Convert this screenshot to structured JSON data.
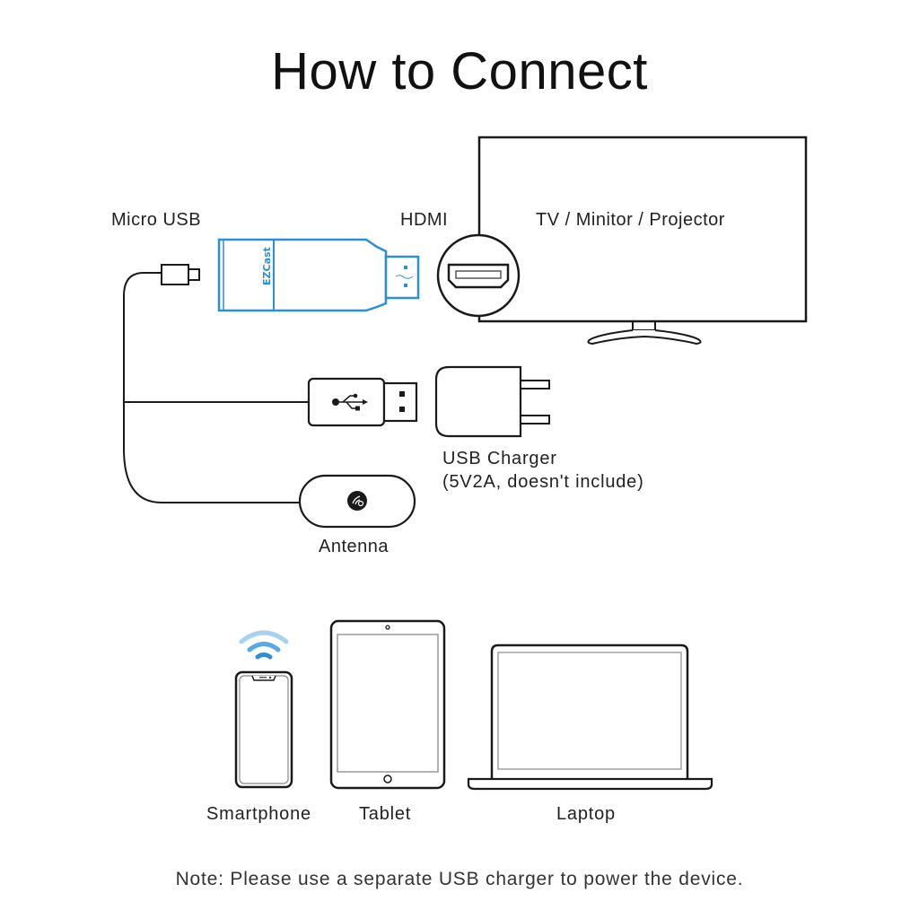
{
  "title": "How to Connect",
  "labels": {
    "micro_usb": "Micro USB",
    "hdmi": "HDMI",
    "display": "TV / Minitor / Projector",
    "charger_line1": "USB Charger",
    "charger_line2": "(5V2A, doesn't include)",
    "antenna": "Antenna",
    "brand": "EZCast"
  },
  "devices": [
    {
      "name": "Smartphone",
      "icon": "smartphone-icon"
    },
    {
      "name": "Tablet",
      "icon": "tablet-icon"
    },
    {
      "name": "Laptop",
      "icon": "laptop-icon"
    }
  ],
  "note": "Note: Please use a separate USB charger to power the device.",
  "colors": {
    "dongle_blue": "#2a8fd6",
    "wifi_blue": "#2a8fd6",
    "line": "#1a1a1a",
    "screen_gray": "#9a9a9a"
  }
}
